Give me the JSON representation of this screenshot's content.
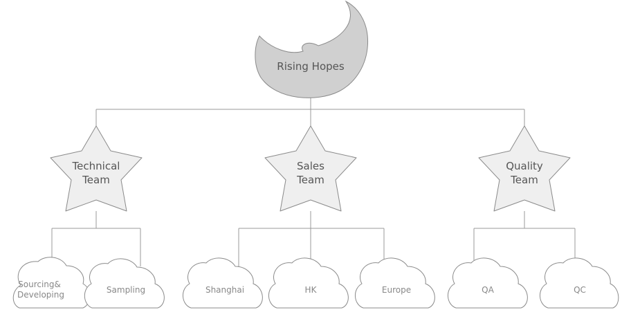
{
  "root": {
    "label": "Rising Hopes",
    "icon": "crescent-moon-icon"
  },
  "teams": [
    {
      "id": "technical",
      "lines": [
        "Technical",
        "Team"
      ],
      "icon": "star-icon",
      "children": [
        {
          "lines": [
            "Sourcing&",
            "Developing"
          ]
        },
        {
          "lines": [
            "Sampling"
          ]
        }
      ]
    },
    {
      "id": "sales",
      "lines": [
        "Sales",
        "Team"
      ],
      "icon": "star-icon",
      "children": [
        {
          "lines": [
            "Shanghai"
          ]
        },
        {
          "lines": [
            "HK"
          ]
        },
        {
          "lines": [
            "Europe"
          ]
        }
      ]
    },
    {
      "id": "quality",
      "lines": [
        "Quality",
        "Team"
      ],
      "icon": "star-icon",
      "children": [
        {
          "lines": [
            "QA"
          ]
        },
        {
          "lines": [
            "QC"
          ]
        }
      ]
    }
  ],
  "colors": {
    "connector": "#999999",
    "moon_fill": "#d0d0d0",
    "star_fill": "#efefef",
    "cloud_fill": "#ffffff",
    "outline": "#8a8a8a"
  }
}
